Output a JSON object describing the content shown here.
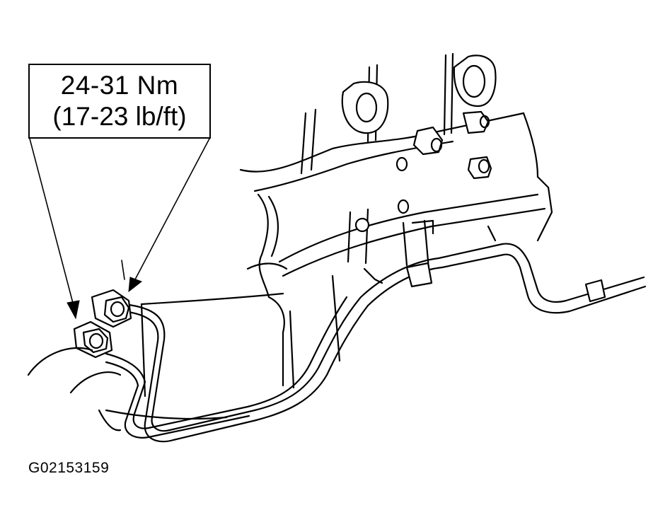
{
  "callout": {
    "torque_metric": "24-31 Nm",
    "torque_imperial": "(17-23 lb/ft)"
  },
  "figure": {
    "id": "G02153159"
  }
}
